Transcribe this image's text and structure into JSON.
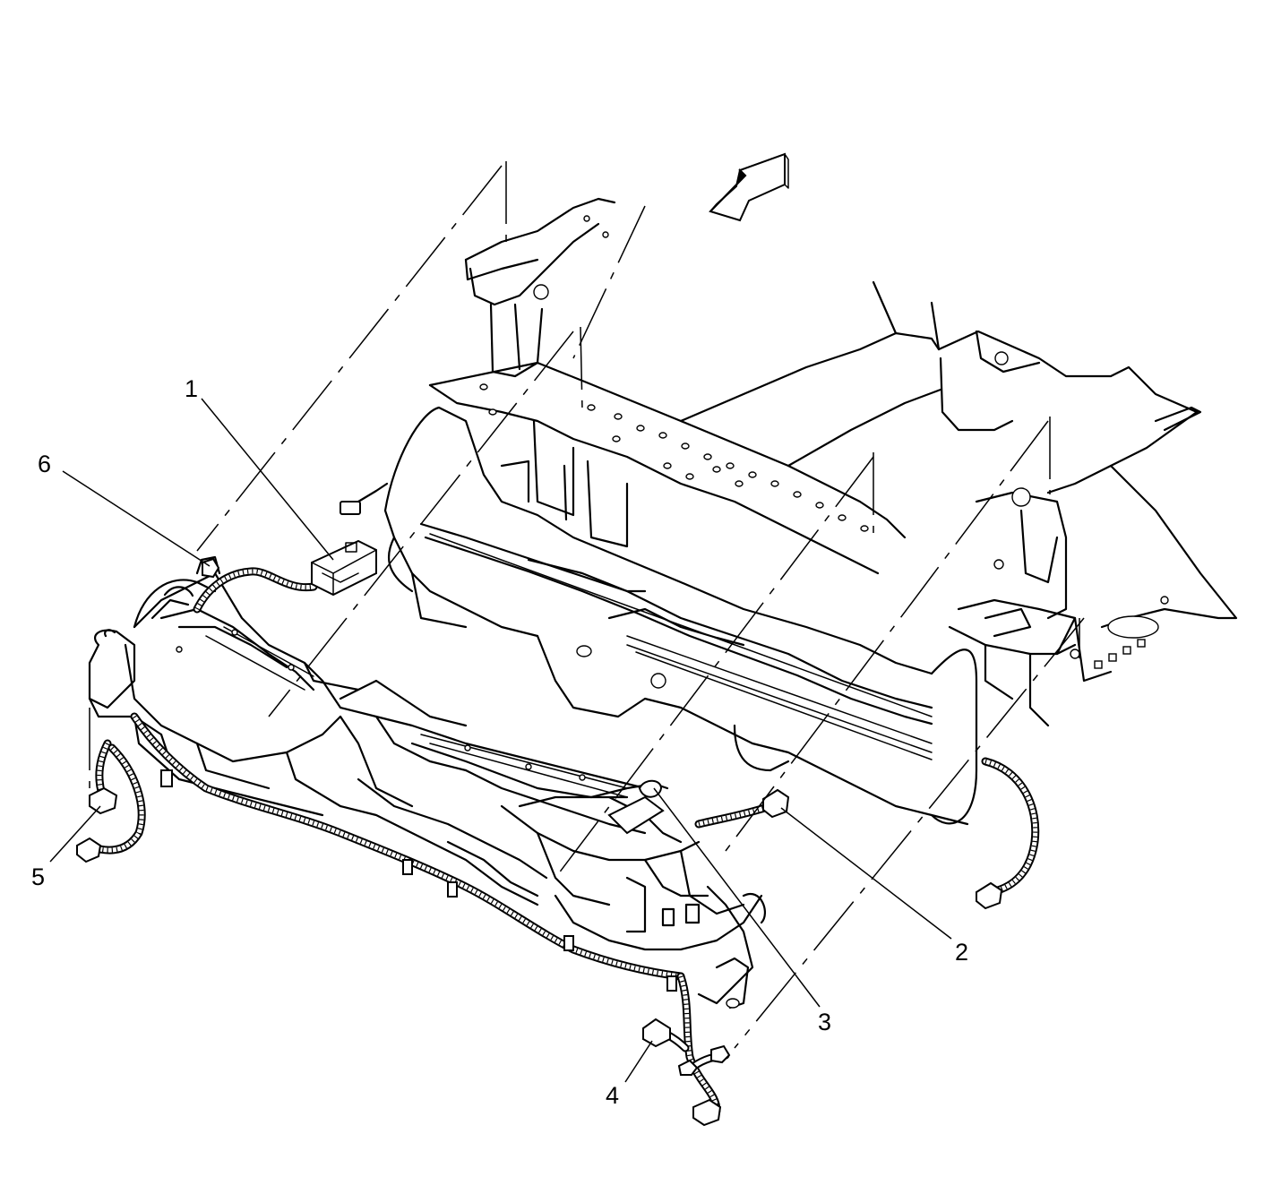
{
  "diagram": {
    "callouts": [
      {
        "id": "1",
        "label": "1"
      },
      {
        "id": "2",
        "label": "2"
      },
      {
        "id": "3",
        "label": "3"
      },
      {
        "id": "4",
        "label": "4"
      },
      {
        "id": "5",
        "label": "5"
      },
      {
        "id": "6",
        "label": "6"
      }
    ],
    "icons": {
      "view_direction": "view-direction-arrow-icon"
    }
  }
}
